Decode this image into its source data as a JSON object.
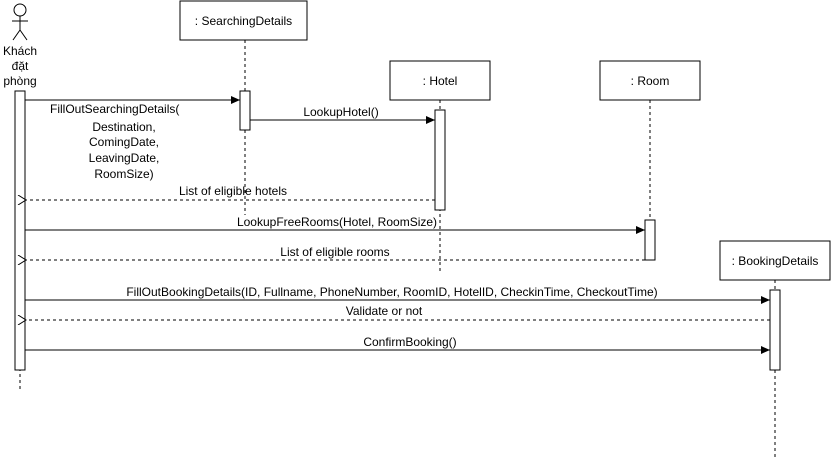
{
  "actor": {
    "name_lines": [
      "Khách",
      "đặt",
      "phòng"
    ]
  },
  "objects": {
    "searching_details": ": SearchingDetails",
    "hotel": ": Hotel",
    "room": ": Room",
    "booking_details": ": BookingDetails"
  },
  "messages": {
    "fill_out_searching": [
      "FillOutSearchingDetails(",
      "Destination,",
      "ComingDate,",
      "LeavingDate,",
      "RoomSize)"
    ],
    "lookup_hotel": "LookupHotel()",
    "list_hotels": "List of eligible hotels",
    "lookup_free_rooms": "LookupFreeRooms(Hotel, RoomSize)",
    "list_rooms": "List of eligible rooms",
    "fill_out_booking": "FillOutBookingDetails(ID, Fullname, PhoneNumber, RoomID, HotelID, CheckinTime, CheckoutTime)",
    "validate": "Validate or not",
    "confirm": "ConfirmBooking()"
  }
}
